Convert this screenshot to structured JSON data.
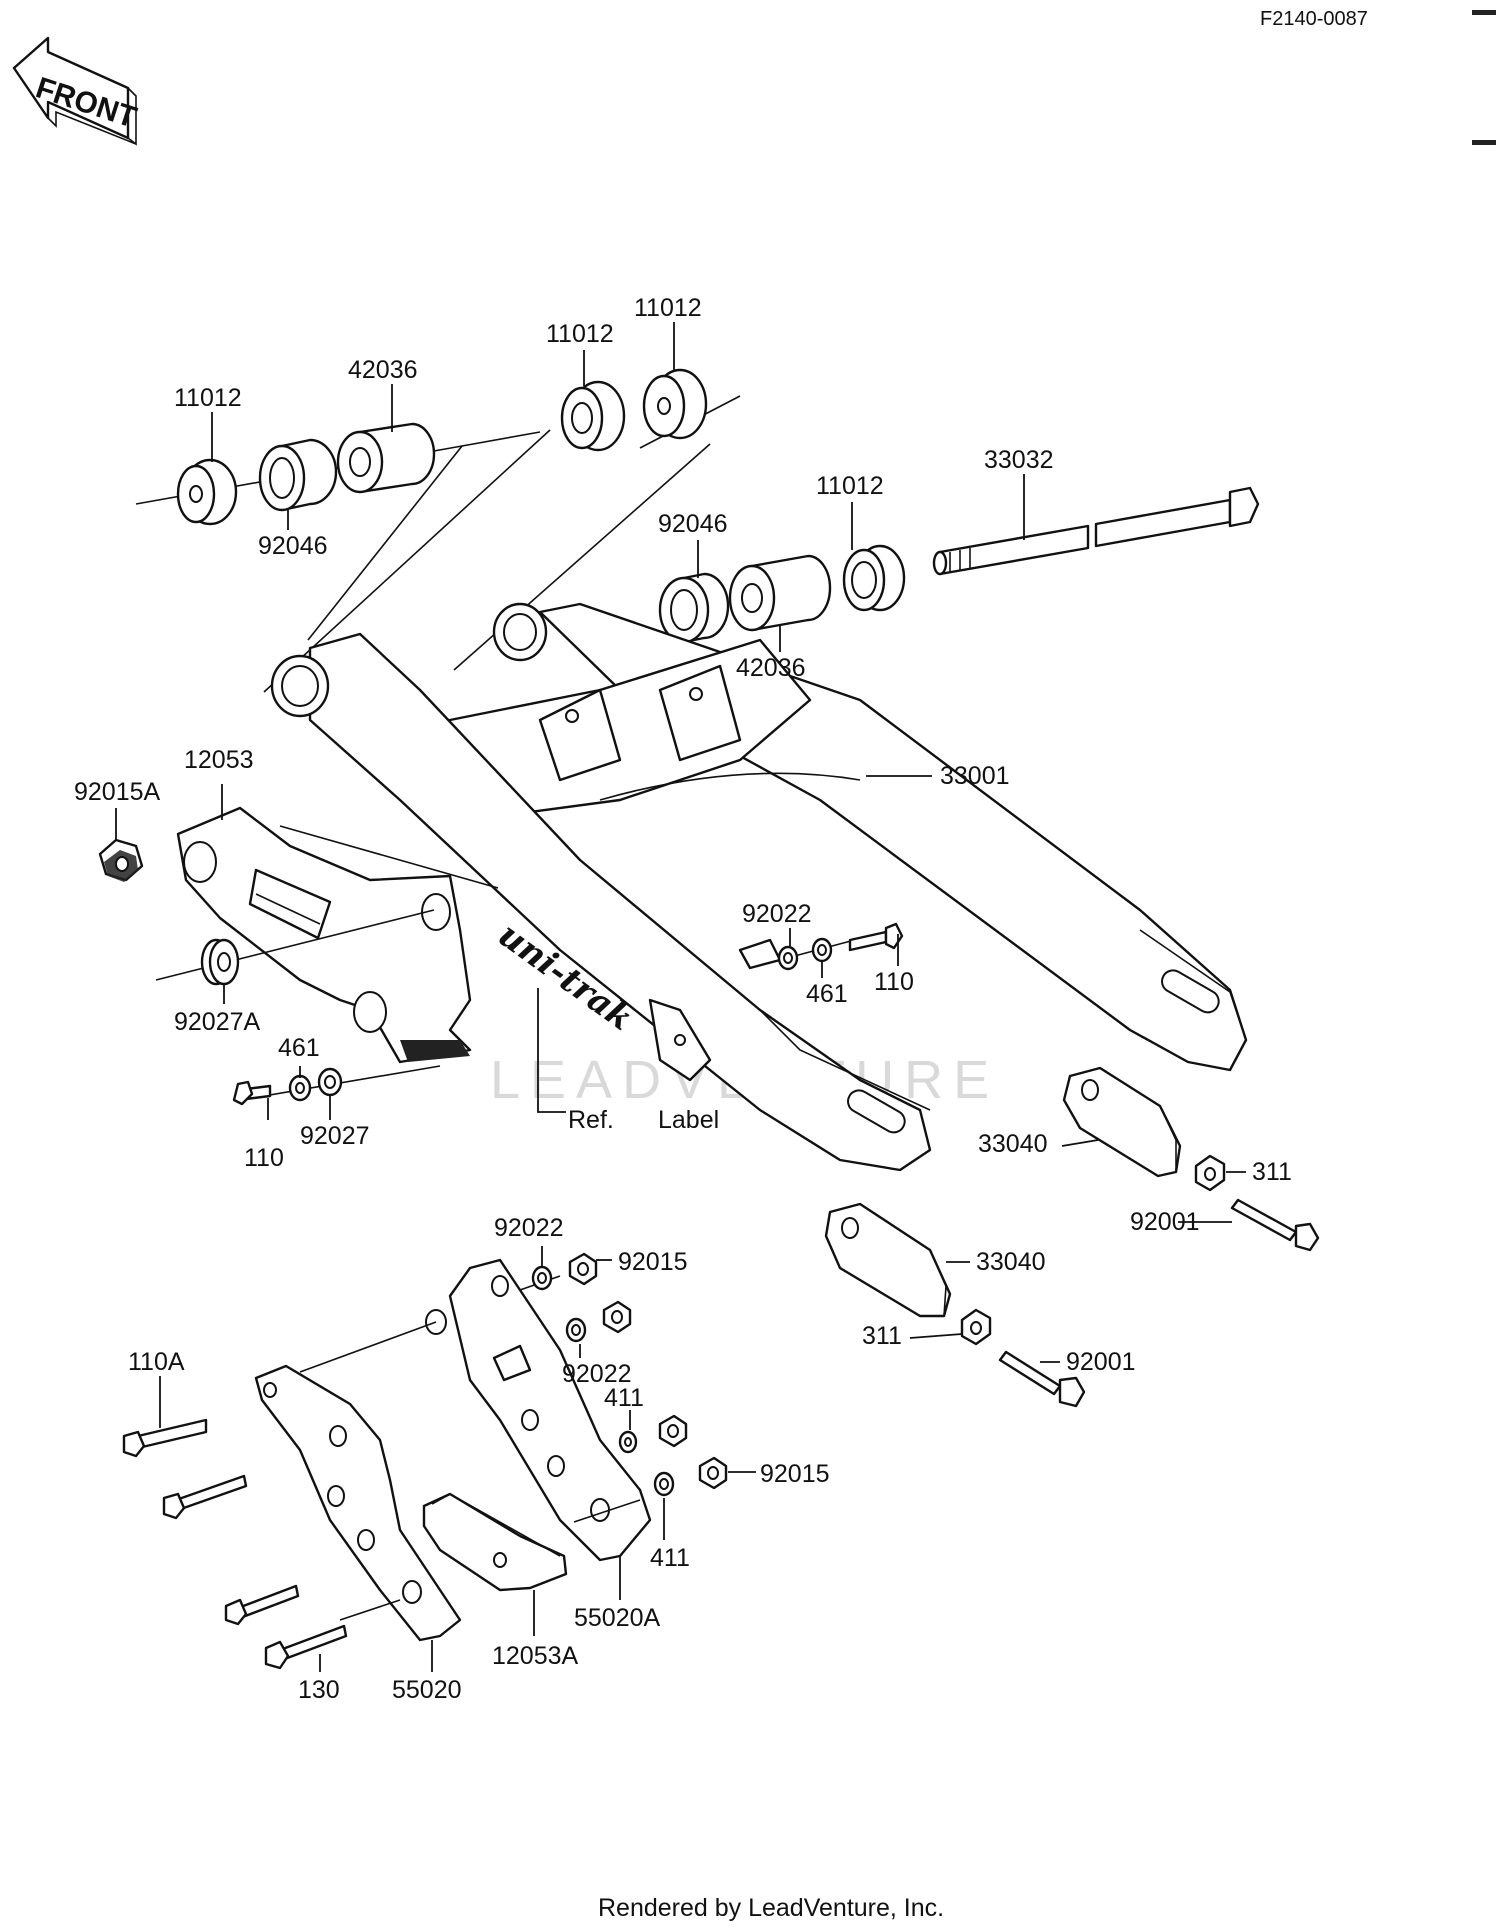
{
  "header": {
    "code": "F2140-0087",
    "front_label": "FRONT"
  },
  "footer": {
    "rendered_by": "Rendered by LeadVenture, Inc."
  },
  "watermark": "LEADVENTURE",
  "swingarm_label": "uni-trak",
  "reference": {
    "ref": "Ref.",
    "label": "Label"
  },
  "callouts": [
    {
      "id": "c1",
      "text": "11012"
    },
    {
      "id": "c2",
      "text": "42036"
    },
    {
      "id": "c3",
      "text": "92046"
    },
    {
      "id": "c4",
      "text": "11012"
    },
    {
      "id": "c5",
      "text": "11012"
    },
    {
      "id": "c6",
      "text": "33032"
    },
    {
      "id": "c7",
      "text": "11012"
    },
    {
      "id": "c8",
      "text": "92046"
    },
    {
      "id": "c9",
      "text": "42036"
    },
    {
      "id": "c10",
      "text": "33001"
    },
    {
      "id": "c11",
      "text": "12053"
    },
    {
      "id": "c12",
      "text": "92015A"
    },
    {
      "id": "c13",
      "text": "92027A"
    },
    {
      "id": "c14",
      "text": "461"
    },
    {
      "id": "c15",
      "text": "110"
    },
    {
      "id": "c16",
      "text": "92027"
    },
    {
      "id": "c17",
      "text": "92022"
    },
    {
      "id": "c18",
      "text": "461"
    },
    {
      "id": "c19",
      "text": "110"
    },
    {
      "id": "c20",
      "text": "33040"
    },
    {
      "id": "c21",
      "text": "311"
    },
    {
      "id": "c22",
      "text": "92001"
    },
    {
      "id": "c23",
      "text": "33040"
    },
    {
      "id": "c24",
      "text": "311"
    },
    {
      "id": "c25",
      "text": "92001"
    },
    {
      "id": "c26",
      "text": "92022"
    },
    {
      "id": "c27",
      "text": "92015"
    },
    {
      "id": "c28",
      "text": "92022"
    },
    {
      "id": "c29",
      "text": "411"
    },
    {
      "id": "c30",
      "text": "92015"
    },
    {
      "id": "c31",
      "text": "411"
    },
    {
      "id": "c32",
      "text": "110A"
    },
    {
      "id": "c33",
      "text": "55020A"
    },
    {
      "id": "c34",
      "text": "12053A"
    },
    {
      "id": "c35",
      "text": "130"
    },
    {
      "id": "c36",
      "text": "55020"
    }
  ]
}
